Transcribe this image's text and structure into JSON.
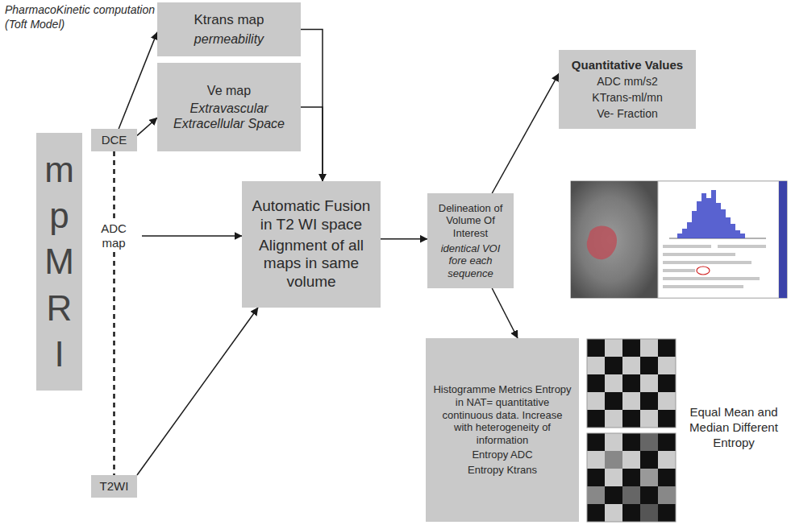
{
  "diagram": {
    "nodes": [
      {
        "text": [
          "m p M R I"
        ]
      },
      {
        "text": [
          "DCE"
        ]
      },
      {
        "text": [
          "Ktrans map",
          "permeability"
        ]
      },
      {
        "text": [
          "Ve map",
          "Extravascular Extracellular Space"
        ]
      },
      {
        "text": [
          "ADC map"
        ]
      },
      {
        "text": [
          "T2WI"
        ]
      },
      {
        "text": [
          "Automatic Fusion in T2 WI space",
          "Alignment of all maps in same volume"
        ]
      },
      {
        "text": [
          "Delineation of Volume Of Interest",
          "identical VOI fore each sequence"
        ]
      },
      {
        "text": [
          "Quantitative Values",
          "ADC mm/s2",
          "KTrans-ml/mn",
          "Ve- Fraction"
        ]
      },
      {
        "text": [
          "Histogramme Metrics Entropy in NAT= quantitative continuous data. Increase with heterogeneity of information",
          "Entropy ADC",
          "Entropy Ktrans"
        ]
      }
    ],
    "edges": [
      {
        "from": 1,
        "to": 2,
        "arrow": "to"
      },
      {
        "from": 1,
        "to": 3,
        "arrow": "to"
      },
      {
        "from": 1,
        "to": 4,
        "arrow": "none"
      },
      {
        "from": 4,
        "to": 5,
        "arrow": "none"
      },
      {
        "from": 2,
        "to": 6,
        "arrow": "to"
      },
      {
        "from": 3,
        "to": 6,
        "arrow": "to"
      },
      {
        "from": 4,
        "to": 6,
        "arrow": "to"
      },
      {
        "from": 5,
        "to": 6,
        "arrow": "to"
      },
      {
        "from": 6,
        "to": 7,
        "arrow": "to"
      },
      {
        "from": 7,
        "to": 8,
        "arrow": "to"
      },
      {
        "from": 7,
        "to": 9,
        "arrow": "to"
      }
    ],
    "labels": [
      "PharmacoKinetic computation (Toft Model)",
      "Equal Mean and Median Different Entropy"
    ]
  }
}
